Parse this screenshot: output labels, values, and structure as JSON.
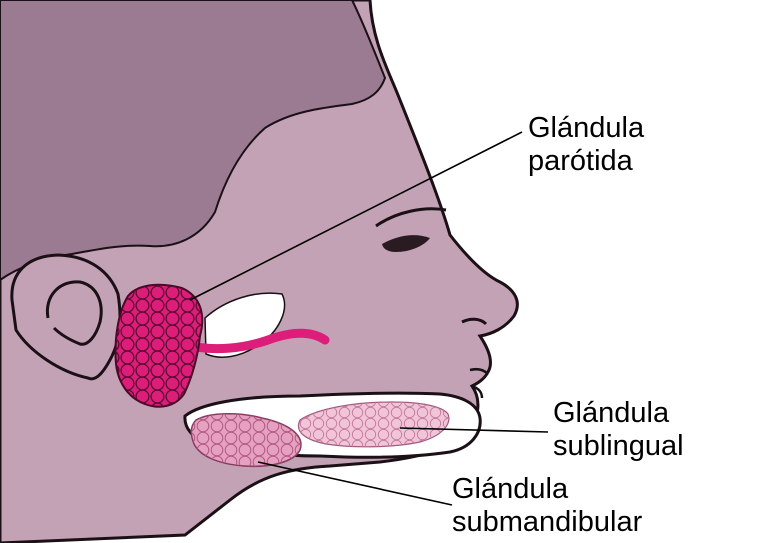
{
  "colors": {
    "skin": "#C4A2B5",
    "hair": "#9A7B92",
    "outline": "#1a1016",
    "parotid": "#DC1E7A",
    "submandibular": "#E6A0C0",
    "sublingual": "#F2C4D8",
    "oral_cavity": "#FFFFFF"
  },
  "labels": {
    "parotid": {
      "line1": "Glándula",
      "line2": "parótida"
    },
    "sublingual": {
      "line1": "Glándula",
      "line2": "sublingual"
    },
    "submandibular": {
      "line1": "Glándula",
      "line2": "submandibular"
    }
  }
}
